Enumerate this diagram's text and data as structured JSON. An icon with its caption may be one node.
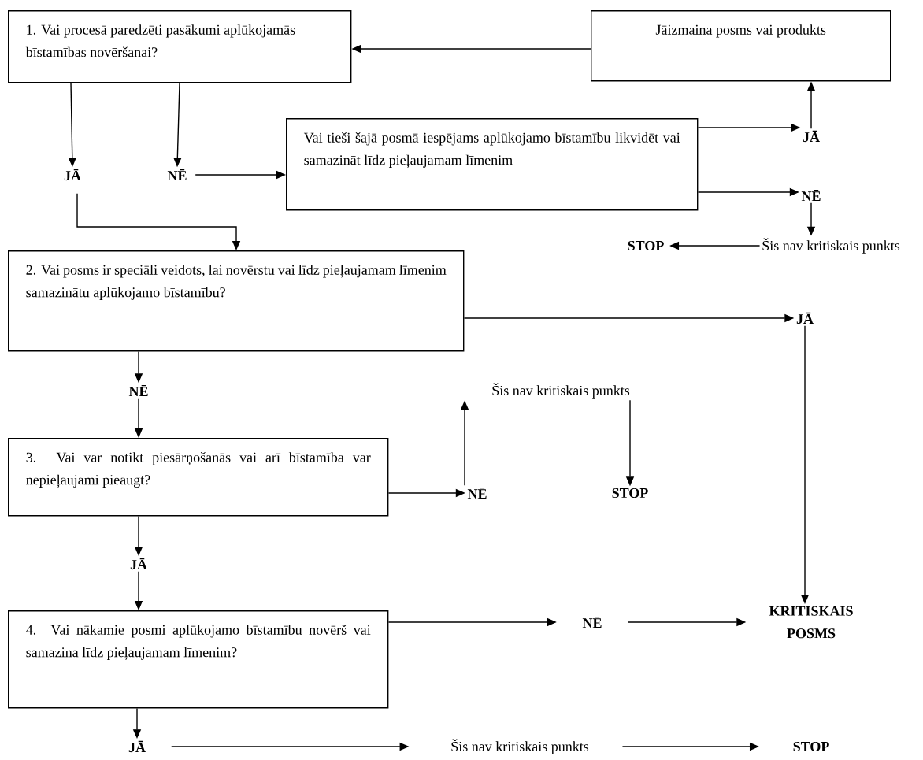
{
  "diagram": {
    "nodes": [
      {
        "text": [
          "1. Vai procesā paredzēti pasākumi aplūkojamās bīstamības novēršanai?"
        ]
      },
      {
        "text": [
          "Jāizmaina posms vai produkts"
        ]
      },
      {
        "text": [
          "JĀ"
        ]
      },
      {
        "text": [
          "NĒ"
        ]
      },
      {
        "text": [
          "Vai tieši šajā posmā iespējams aplūkojamo bīstamību likvidēt vai samazināt līdz pieļaujamam līmenim"
        ]
      },
      {
        "text": [
          "JĀ"
        ]
      },
      {
        "text": [
          "NĒ"
        ]
      },
      {
        "text": [
          "STOP"
        ]
      },
      {
        "text": [
          "Šis nav kritiskais punkts"
        ]
      },
      {
        "text": [
          "2. Vai posms ir speciāli veidots, lai novērstu vai līdz pieļaujamam līmenim samazinātu aplūkojamo bīstamību?"
        ]
      },
      {
        "text": [
          "JĀ"
        ]
      },
      {
        "text": [
          "NĒ"
        ]
      },
      {
        "text": [
          "Šis nav kritiskais punkts"
        ]
      },
      {
        "text": [
          "3. Vai var notikt piesārņošanās vai arī bīstamība var nepieļaujami pieaugt?"
        ]
      },
      {
        "text": [
          "NĒ"
        ]
      },
      {
        "text": [
          "STOP"
        ]
      },
      {
        "text": [
          "JĀ"
        ]
      },
      {
        "text": [
          "4. Vai nākamie posmi aplūkojamo bīstamību novērš vai samazina līdz pieļaujamam līmenim?"
        ]
      },
      {
        "text": [
          "NĒ"
        ]
      },
      {
        "text": [
          "KRITISKAIS POSMS"
        ]
      },
      {
        "text": [
          "JĀ"
        ]
      },
      {
        "text": [
          "Šis nav kritiskais punkts"
        ]
      },
      {
        "text": [
          "STOP"
        ]
      }
    ],
    "edges": [
      {
        "from": 0,
        "to": 2,
        "arrow": "to"
      },
      {
        "from": 0,
        "to": 3,
        "arrow": "to"
      },
      {
        "from": 3,
        "to": 4,
        "arrow": "to"
      },
      {
        "from": 2,
        "to": 9,
        "arrow": "to"
      },
      {
        "from": 4,
        "to": 5,
        "arrow": "to"
      },
      {
        "from": 4,
        "to": 6,
        "arrow": "to"
      },
      {
        "from": 5,
        "to": 1,
        "arrow": "to"
      },
      {
        "from": 1,
        "to": 0,
        "arrow": "to"
      },
      {
        "from": 6,
        "to": 8,
        "arrow": "to"
      },
      {
        "from": 8,
        "to": 7,
        "arrow": "to"
      },
      {
        "from": 9,
        "to": 10,
        "arrow": "to"
      },
      {
        "from": 9,
        "to": 11,
        "arrow": "to"
      },
      {
        "from": 11,
        "to": 13,
        "arrow": "to"
      },
      {
        "from": 13,
        "to": 14,
        "arrow": "to"
      },
      {
        "from": 14,
        "to": 12,
        "arrow": "to"
      },
      {
        "from": 12,
        "to": 15,
        "arrow": "to"
      },
      {
        "from": 10,
        "to": 19,
        "arrow": "to"
      },
      {
        "from": 13,
        "to": 16,
        "arrow": "to"
      },
      {
        "from": 16,
        "to": 17,
        "arrow": "to"
      },
      {
        "from": 17,
        "to": 18,
        "arrow": "to"
      },
      {
        "from": 18,
        "to": 19,
        "arrow": "to"
      },
      {
        "from": 17,
        "to": 20,
        "arrow": "to"
      },
      {
        "from": 20,
        "to": 21,
        "arrow": "to"
      },
      {
        "from": 21,
        "to": 22,
        "arrow": "to"
      }
    ]
  }
}
